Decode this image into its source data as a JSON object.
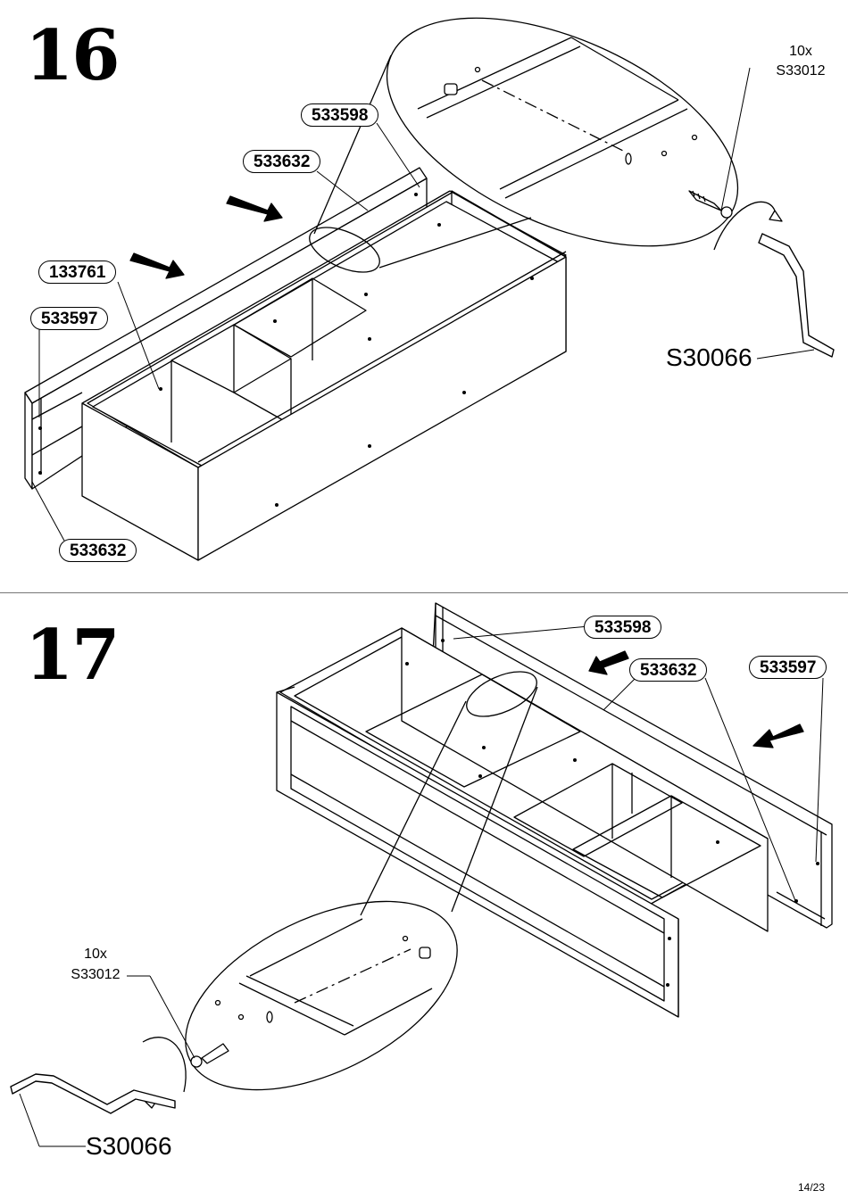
{
  "page": {
    "number": "14/23"
  },
  "step16": {
    "number": "16",
    "part_labels": [
      "533598",
      "533632",
      "133761",
      "533597",
      "533632"
    ],
    "fastener": {
      "quantity": "10x",
      "code": "S33012"
    },
    "tool": "S30066"
  },
  "step17": {
    "number": "17",
    "part_labels": [
      "533598",
      "533632",
      "533597"
    ],
    "fastener": {
      "quantity": "10x",
      "code": "S33012"
    },
    "tool": "S30066"
  }
}
